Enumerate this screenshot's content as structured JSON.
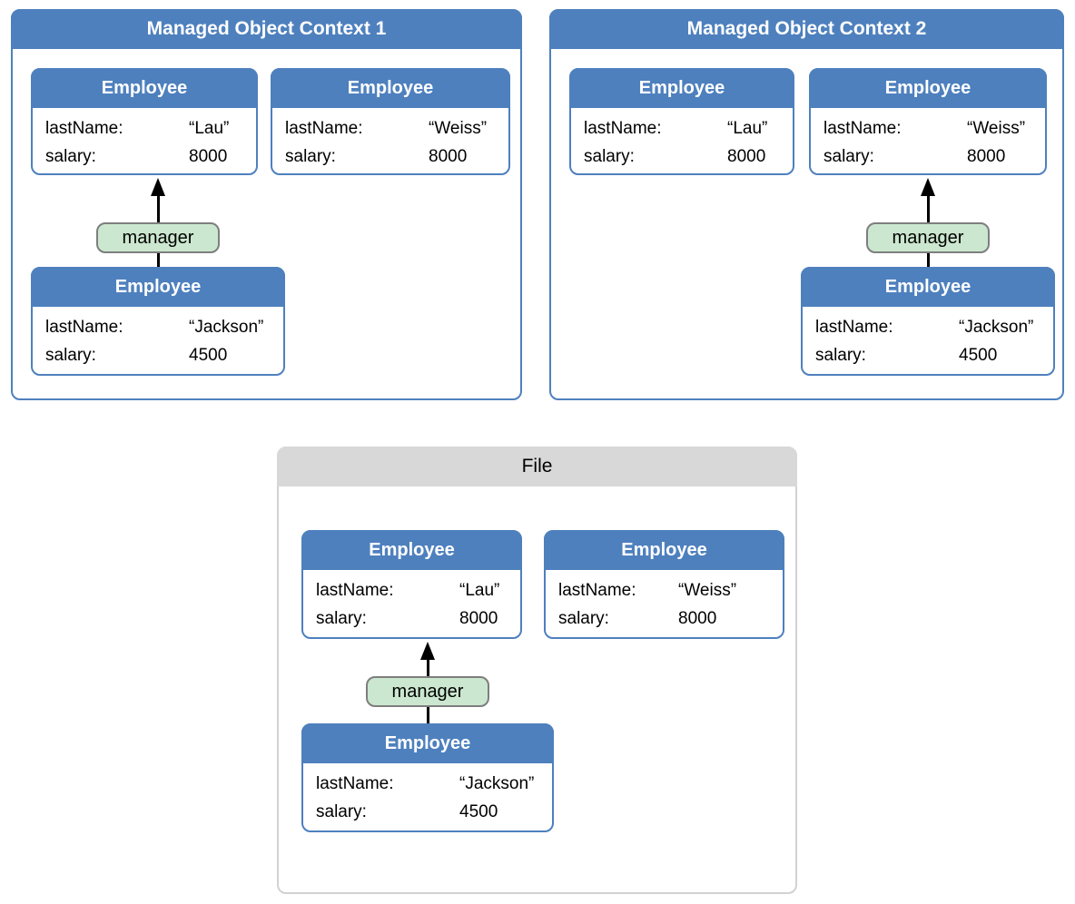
{
  "colors": {
    "header_blue": "#4E80BE",
    "pill_green": "#CBE7CF",
    "pill_border": "#7E7E7E",
    "file_header_gray": "#D8D8D8",
    "file_border_gray": "#D2D2D2",
    "arrow_black": "#000000"
  },
  "labels": {
    "entity_title": "Employee",
    "last_name_label": "lastName:",
    "salary_label": "salary:",
    "relationship_label": "manager"
  },
  "containers": {
    "moc1": {
      "title": "Managed Object Context 1",
      "employees": {
        "lau": {
          "last_name": "“Lau”",
          "salary": "8000"
        },
        "weiss": {
          "last_name": "“Weiss”",
          "salary": "8000"
        },
        "jackson": {
          "last_name": "“Jackson”",
          "salary": "4500"
        }
      }
    },
    "moc2": {
      "title": "Managed Object Context 2",
      "employees": {
        "lau": {
          "last_name": "“Lau”",
          "salary": "8000"
        },
        "weiss": {
          "last_name": "“Weiss”",
          "salary": "8000"
        },
        "jackson": {
          "last_name": "“Jackson”",
          "salary": "4500"
        }
      }
    },
    "file": {
      "title": "File",
      "employees": {
        "lau": {
          "last_name": "“Lau”",
          "salary": "8000"
        },
        "weiss": {
          "last_name": "“Weiss”",
          "salary": "8000"
        },
        "jackson": {
          "last_name": "“Jackson”",
          "salary": "4500"
        }
      }
    }
  }
}
